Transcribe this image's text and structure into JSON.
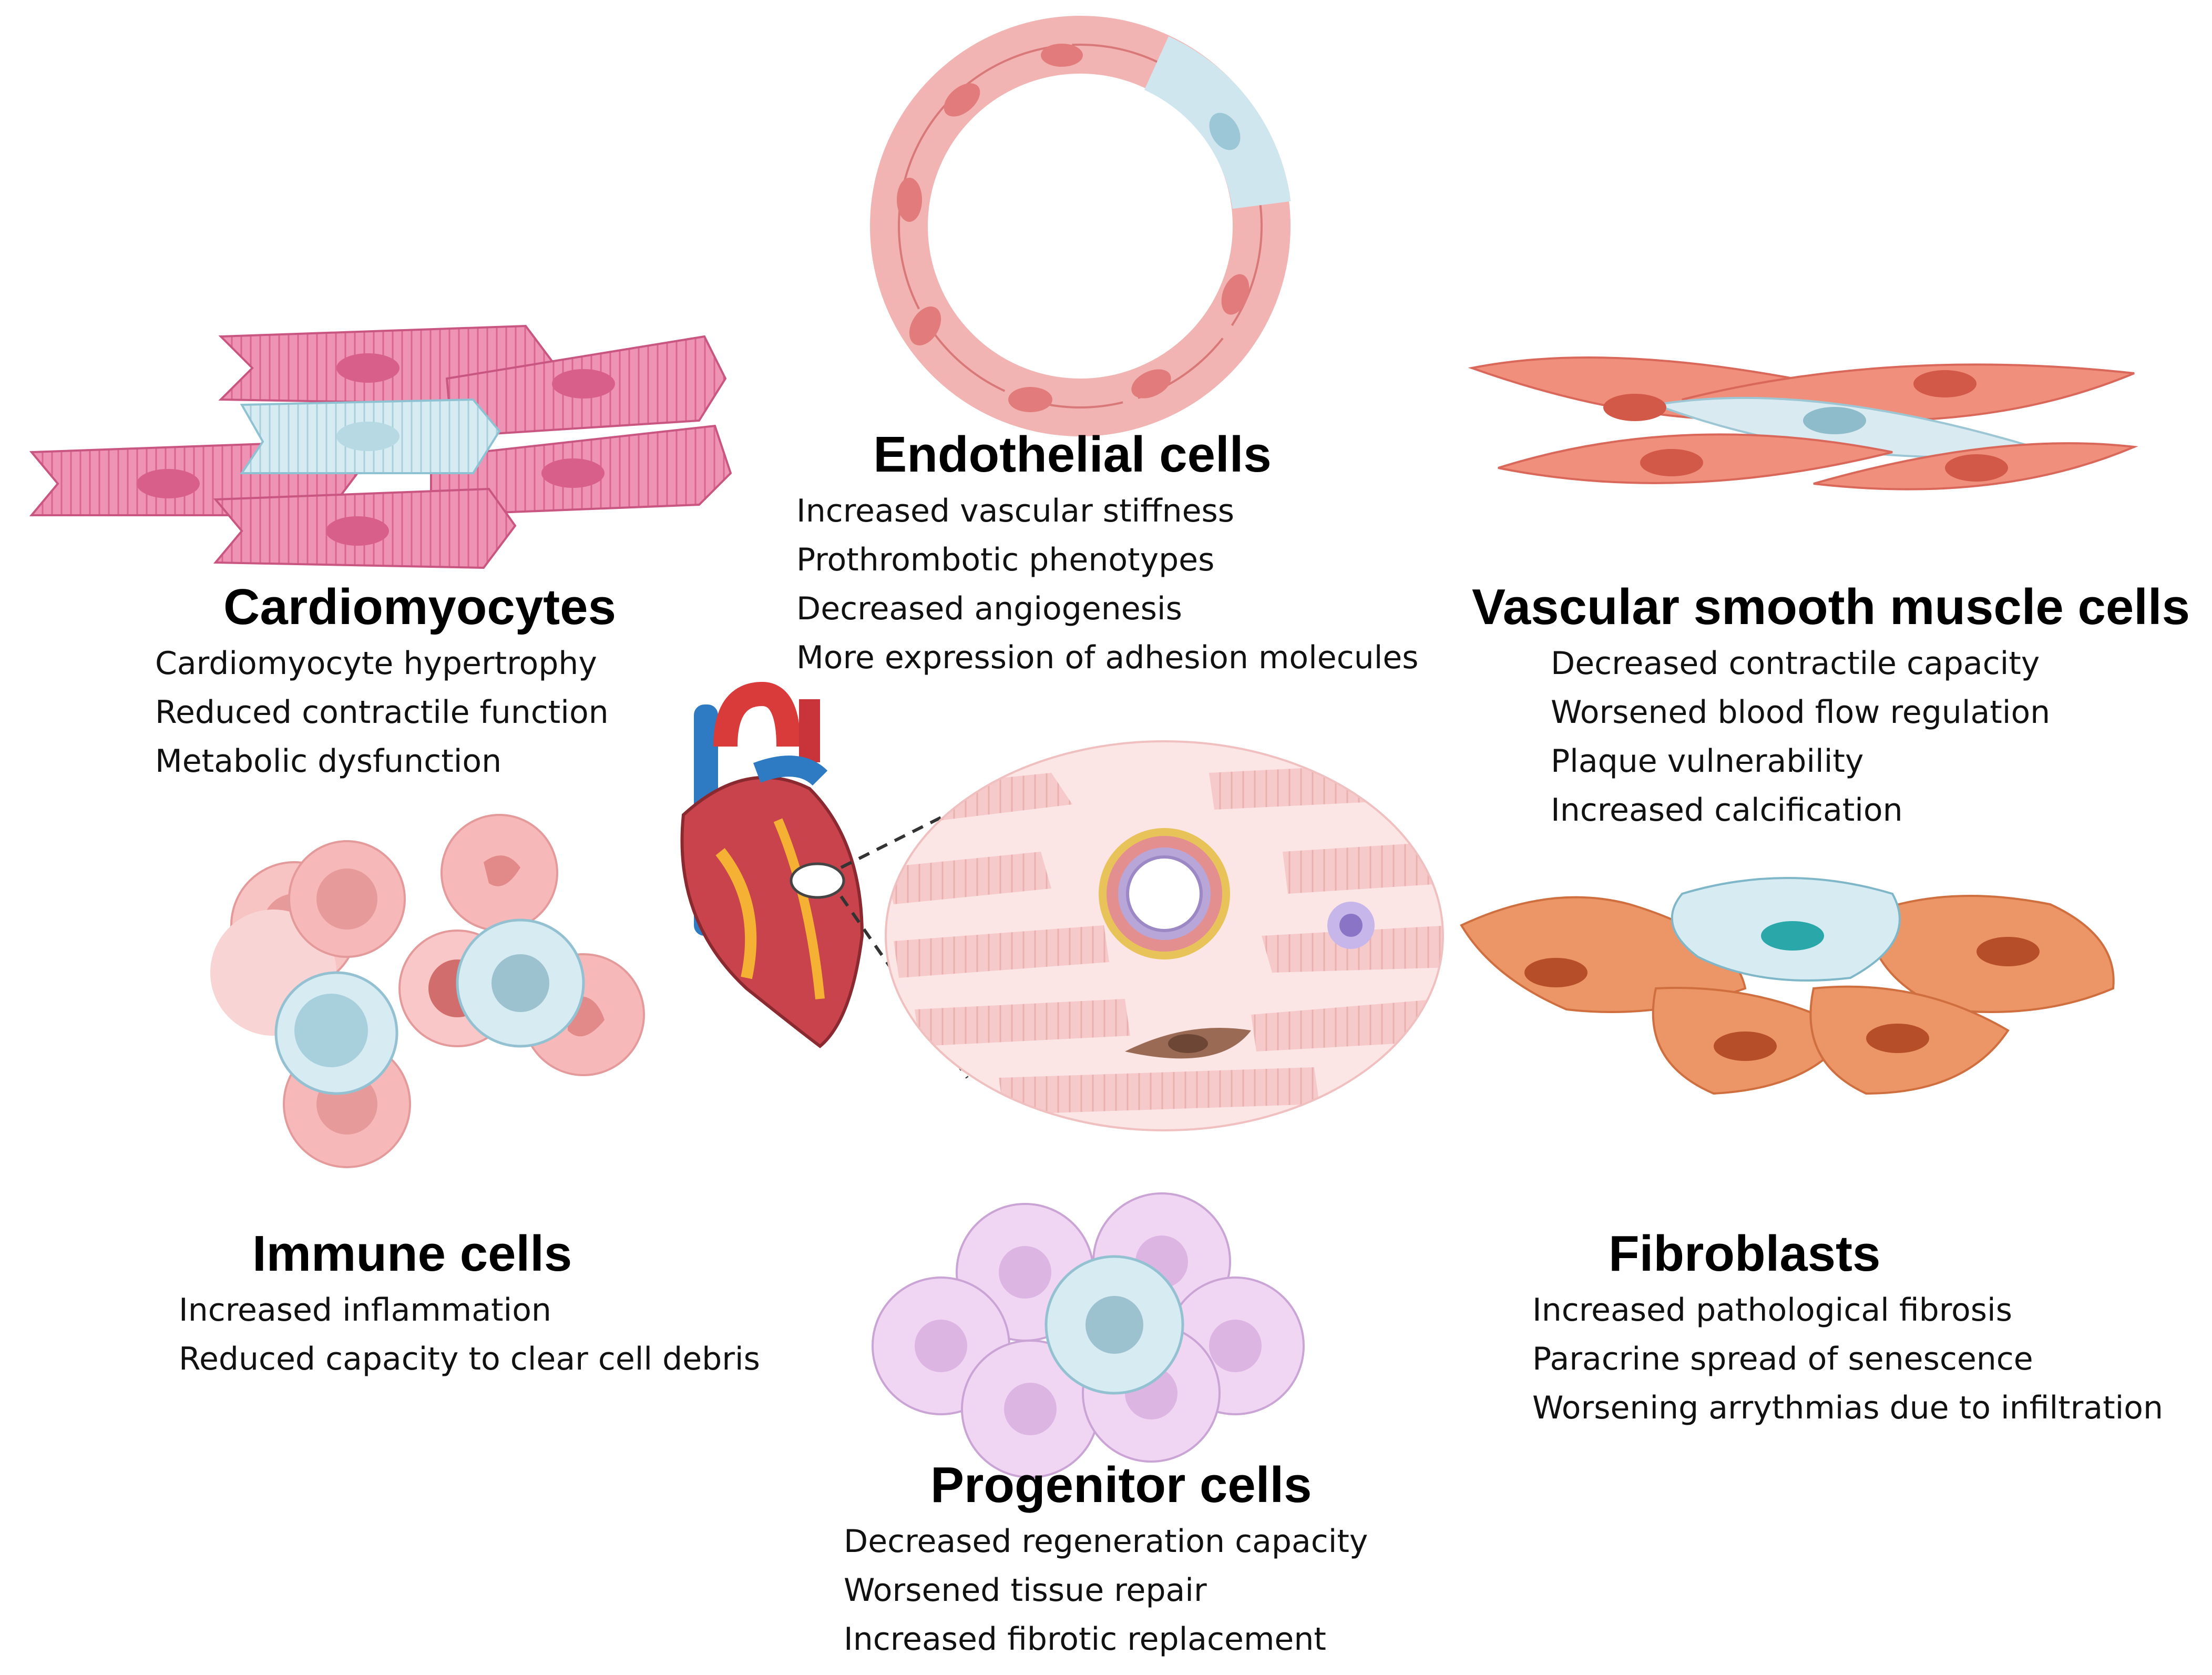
{
  "cells": {
    "endothelial": {
      "title": "Endothelial cells",
      "items": [
        "Increased vascular stiffness",
        "Prothrombotic phenotypes",
        "Decreased angiogenesis",
        "More expression of adhesion molecules"
      ]
    },
    "cardiomyocytes": {
      "title": "Cardiomyocytes",
      "items": [
        "Cardiomyocyte hypertrophy",
        "Reduced contractile function",
        "Metabolic dysfunction"
      ]
    },
    "vsmc": {
      "title": "Vascular smooth muscle cells",
      "items": [
        "Decreased contractile capacity",
        "Worsened blood flow regulation",
        "Plaque vulnerability",
        "Increased calcification"
      ]
    },
    "immune": {
      "title": "Immune cells",
      "items": [
        "Increased inflammation",
        "Reduced capacity to clear cell debris"
      ]
    },
    "progenitor": {
      "title": "Progenitor cells",
      "items": [
        "Decreased regeneration capacity",
        "Worsened tissue repair",
        "Increased fibrotic replacement"
      ]
    },
    "fibroblasts": {
      "title": "Fibroblasts",
      "items": [
        "Increased pathological fibrosis",
        "Paracrine spread of senescence",
        "Worsening arrythmias due to infiltration"
      ]
    }
  },
  "colors": {
    "cardiomyocyte": "#e87fa3",
    "senescent": "#cfe6ee",
    "endothelial": "#f0a6a6",
    "smooth_muscle": "#ee8a78",
    "immune": "#f4b8b8",
    "progenitor": "#ead0ef",
    "fibroblast": "#ec9566",
    "tissue": "#f6c9c9",
    "fibroblast_tissue": "#9a6a55"
  }
}
